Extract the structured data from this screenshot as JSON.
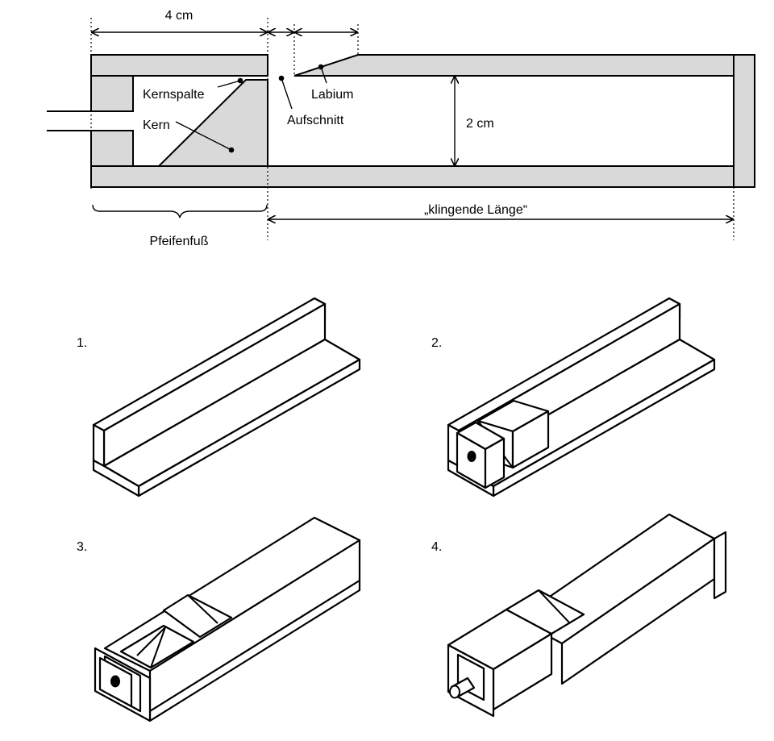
{
  "dimensions": {
    "four_cm": "4 cm",
    "two_cm": "2 cm",
    "klingende_laenge": "„klingende Länge“"
  },
  "labels": {
    "kernspalte": "Kernspalte",
    "kern": "Kern",
    "labium": "Labium",
    "aufschnitt": "Aufschnitt",
    "pfeifenfuss": "Pfeifenfuß"
  },
  "steps": [
    {
      "number": "1."
    },
    {
      "number": "2."
    },
    {
      "number": "3."
    },
    {
      "number": "4."
    }
  ]
}
